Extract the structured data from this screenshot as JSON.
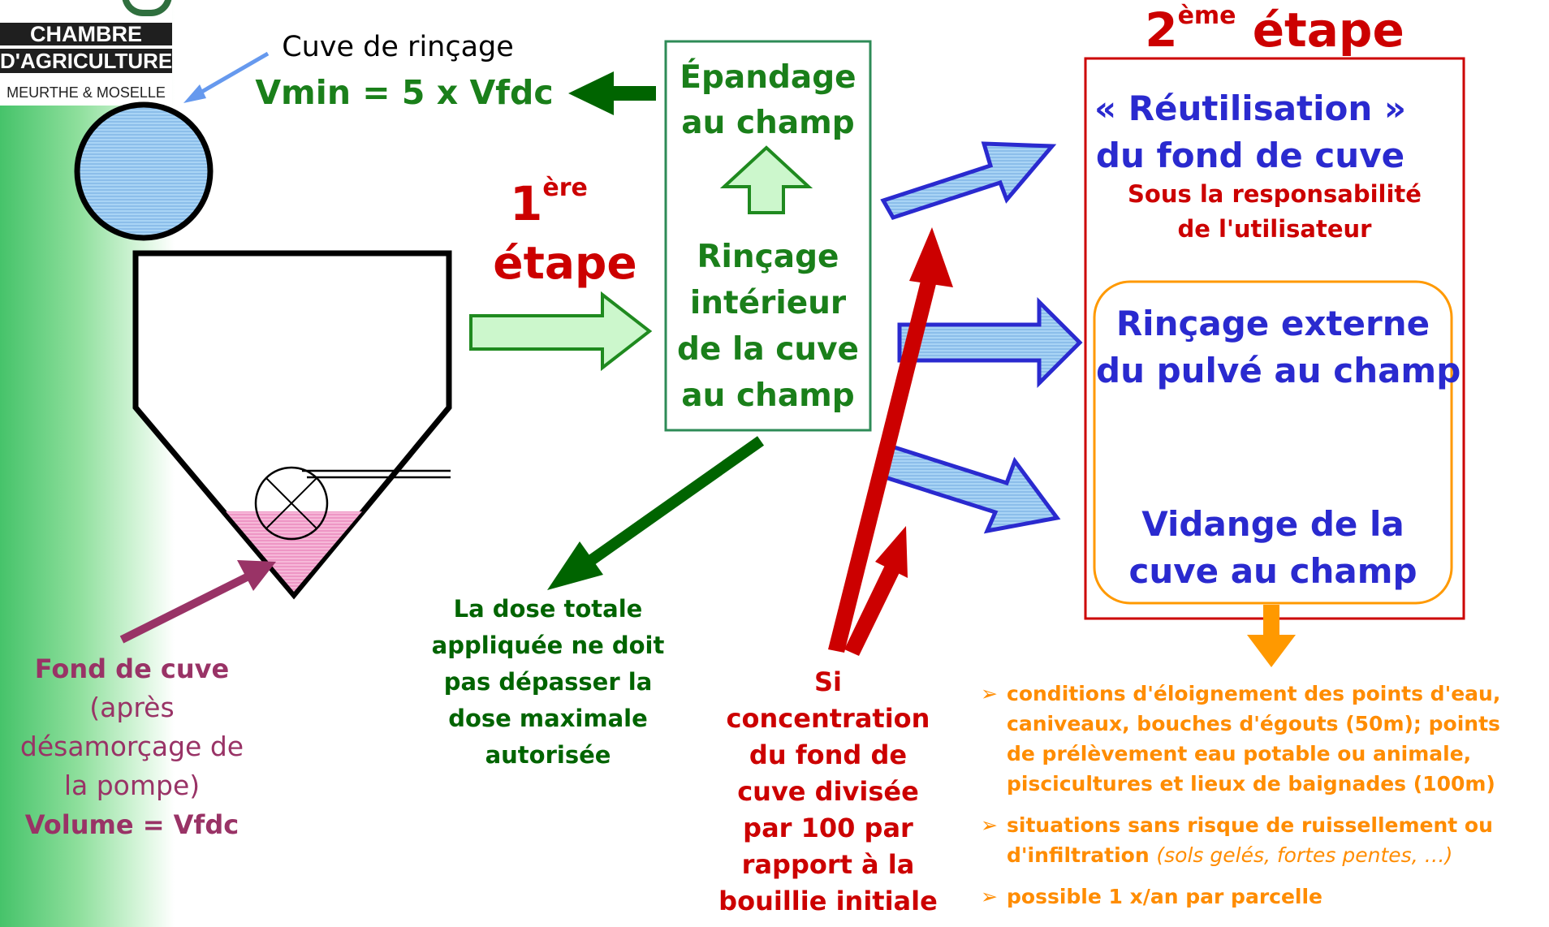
{
  "logo": {
    "line1": "CHAMBRE",
    "line2": "D'AGRICULTURE",
    "line3": "MEURTHE & MOSELLE"
  },
  "rinse_tank": {
    "label": "Cuve de rinçage",
    "formula": "Vmin = 5 x Vfdc"
  },
  "step1": {
    "number": "1",
    "suffix": "ère",
    "word": "étape"
  },
  "step2": {
    "number": "2",
    "suffix": "ème",
    "word": "étape"
  },
  "spreading_box": {
    "top_line1": "Épandage",
    "top_line2": "au champ",
    "lines": [
      "Rinçage",
      "intérieur",
      "de la cuve",
      "au champ"
    ]
  },
  "dose_note": {
    "lines": [
      "La dose totale",
      "appliquée ne doit",
      "pas dépasser la",
      "dose maximale",
      "autorisée"
    ]
  },
  "tank_bottom": {
    "title": "Fond de cuve",
    "lines": [
      "(après",
      "désamorçage de",
      "la pompe)"
    ],
    "volume": "Volume = Vfdc"
  },
  "condition_note": {
    "lines": [
      "Si",
      "concentration",
      "du fond de",
      "cuve divisée",
      "par 100 par",
      "rapport à la",
      "bouillie initiale"
    ]
  },
  "options": {
    "reuse_line1": "« Réutilisation »",
    "reuse_line2": "du fond de cuve",
    "reuse_note1": "Sous la responsabilité",
    "reuse_note2": "de l'utilisateur",
    "external_line1": "Rinçage externe",
    "external_line2": "du pulvé au champ",
    "drain_line1": "Vidange de la",
    "drain_line2": "cuve au champ"
  },
  "conditions": [
    {
      "bullet": "➢",
      "lines": [
        "conditions d'éloignement des points d'eau,",
        "caniveaux, bouches d'égouts (50m); points",
        "de prélèvement eau potable ou animale,",
        "piscicultures et lieux de baignades (100m)"
      ]
    },
    {
      "bullet": "➢",
      "line1": "situations sans risque de ruissellement ou",
      "line2": "d'infiltration",
      "line2_italic": "(sols gelés, fortes pentes, …)"
    },
    {
      "bullet": "➢",
      "line1": "possible 1 x/an par parcelle"
    }
  ],
  "colors": {
    "dark_green": "#006400",
    "mid_green": "#1a7f1a",
    "red": "#cc0000",
    "blue": "#2a2acf",
    "orange": "#ff8c00",
    "purple": "#993366",
    "tank_fill": "#a9d4f5",
    "liquid_pink": "#f6a8cf"
  },
  "icons": [
    "light-green-arrow",
    "dark-green-arrow",
    "red-arrow",
    "blue-arrow",
    "orange-arrow",
    "pump-icon"
  ]
}
